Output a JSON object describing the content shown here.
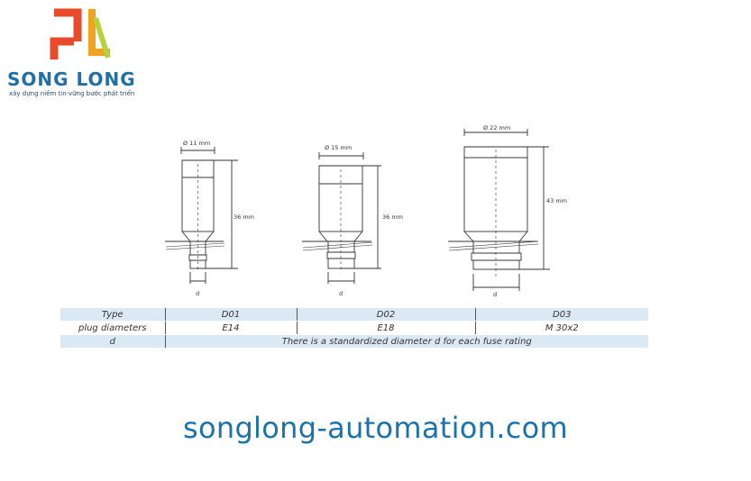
{
  "brand": {
    "name": "SONG LONG",
    "slogan": "xây dựng niềm tin-vững bước phát triển",
    "color": "#1f6fa8",
    "mark_colors": [
      "#e84a2a",
      "#f3a21e",
      "#b8d23c"
    ]
  },
  "drawings": [
    {
      "id": "D01",
      "diameter_label": "Ø 11 mm",
      "height_label": "36 mm",
      "d_label": "d"
    },
    {
      "id": "D02",
      "diameter_label": "Ø 15 mm",
      "height_label": "36 mm",
      "d_label": "d"
    },
    {
      "id": "D03",
      "diameter_label": "Ø 22 mm",
      "height_label": "43 mm",
      "d_label": "d"
    }
  ],
  "table": {
    "rows": [
      {
        "label": "Type",
        "cells": [
          "D01",
          "D02",
          "D03"
        ]
      },
      {
        "label": "plug diameters",
        "cells": [
          "E14",
          "E18",
          "M 30x2"
        ]
      },
      {
        "label": "d",
        "merged": "There is a standardized diameter d for each fuse rating"
      }
    ]
  },
  "website": "songlong-automation.com"
}
